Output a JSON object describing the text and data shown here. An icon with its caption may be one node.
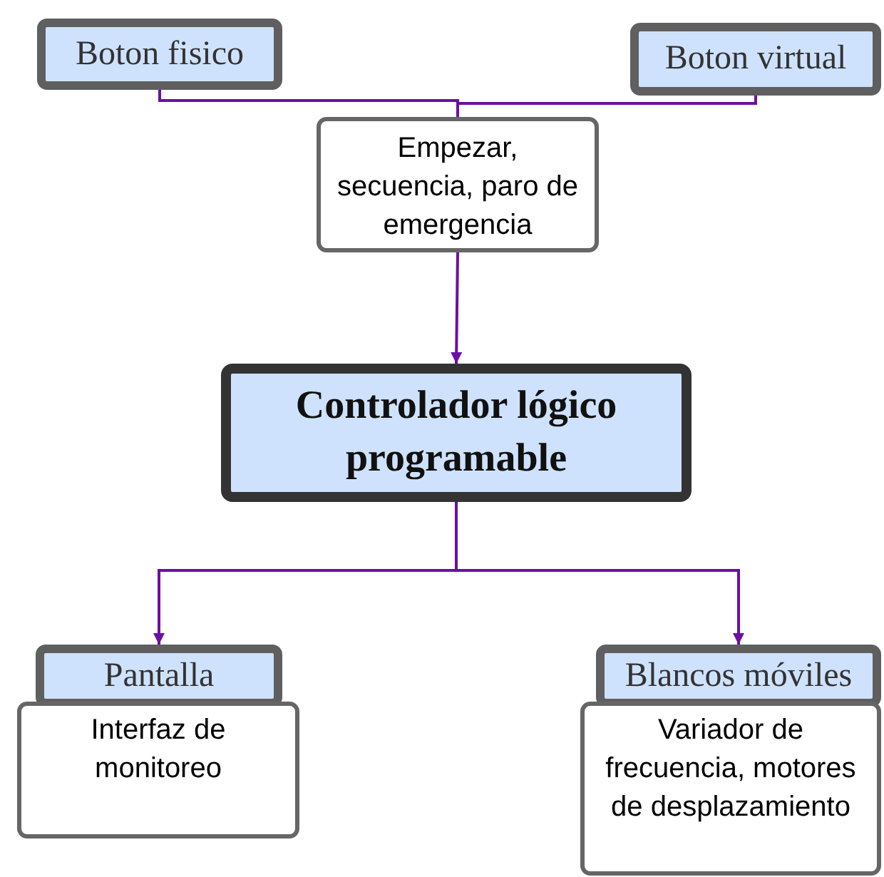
{
  "diagram": {
    "nodes": [
      {
        "text": [
          "Boton fisico"
        ]
      },
      {
        "text": [
          "Boton virtual"
        ]
      },
      {
        "text": [
          "Empezar, secuencia, paro de emergencia"
        ]
      },
      {
        "text": [
          "Controlador lógico programable"
        ]
      },
      {
        "text": [
          "Pantalla"
        ]
      },
      {
        "text": [
          "Interfaz de monitoreo"
        ]
      },
      {
        "text": [
          "Blancos móviles"
        ]
      },
      {
        "text": [
          "Variador de frecuencia, motores de desplazamiento"
        ]
      }
    ],
    "edges": [
      {
        "from": 0,
        "to": 2,
        "arrow": "none"
      },
      {
        "from": 1,
        "to": 2,
        "arrow": "none"
      },
      {
        "from": 2,
        "to": 3,
        "arrow": "to"
      },
      {
        "from": 3,
        "to": 4,
        "arrow": "to"
      },
      {
        "from": 3,
        "to": 6,
        "arrow": "to"
      }
    ]
  }
}
